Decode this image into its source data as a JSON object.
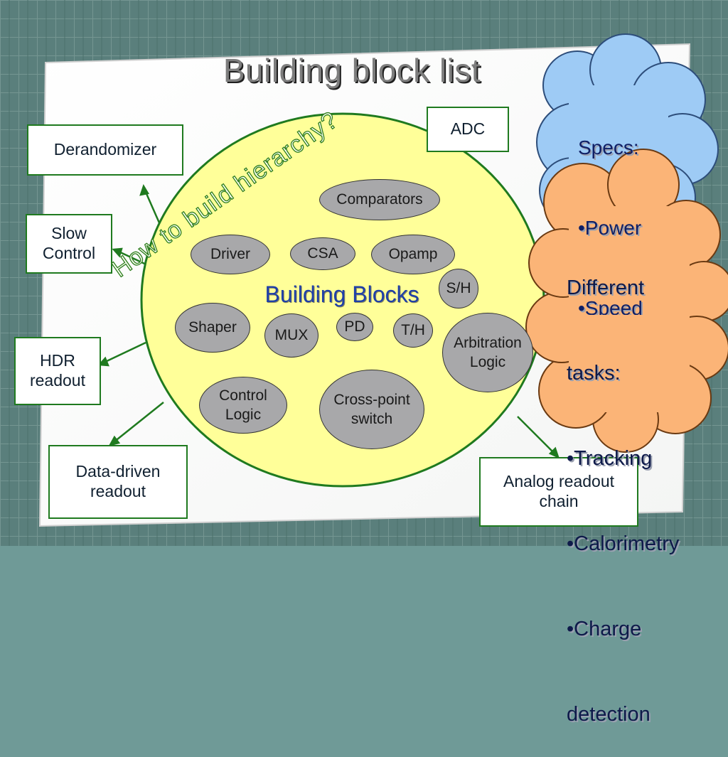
{
  "slide": {
    "title": "Building block list",
    "diagonal_text": "How to build hierarchy?",
    "center_circle": {
      "label": "Building Blocks"
    },
    "outer_boxes": {
      "derandomizer": "Derandomizer",
      "slow_control": "Slow\nControl",
      "hdr_readout": "HDR\nreadout",
      "data_driven": "Data-driven\nreadout",
      "analog_chain": "Analog readout\nchain",
      "adc": "ADC"
    },
    "blocks": {
      "comparators": "Comparators",
      "driver": "Driver",
      "csa": "CSA",
      "opamp": "Opamp",
      "sh": "S/H",
      "shaper": "Shaper",
      "mux": "MUX",
      "pd": "PD",
      "th": "T/H",
      "arbitration": "Arbitration\nLogic",
      "control_logic": "Control\nLogic",
      "cross_point": "Cross-point\nswitch"
    },
    "specs_cloud": {
      "lines": [
        "Specs:",
        "•Power",
        "•Speed"
      ],
      "color": "#9ecbf5"
    },
    "tasks_cloud": {
      "lines": [
        "Different",
        "tasks:",
        "•Tracking",
        "•Calorimetry",
        "•Charge",
        "detection"
      ],
      "color": "#fbb477"
    },
    "colors": {
      "circle": "#ffff99",
      "box_border": "#1f7a1f",
      "blob": "#a8a8aa",
      "center_text": "#1f3fa8"
    }
  }
}
